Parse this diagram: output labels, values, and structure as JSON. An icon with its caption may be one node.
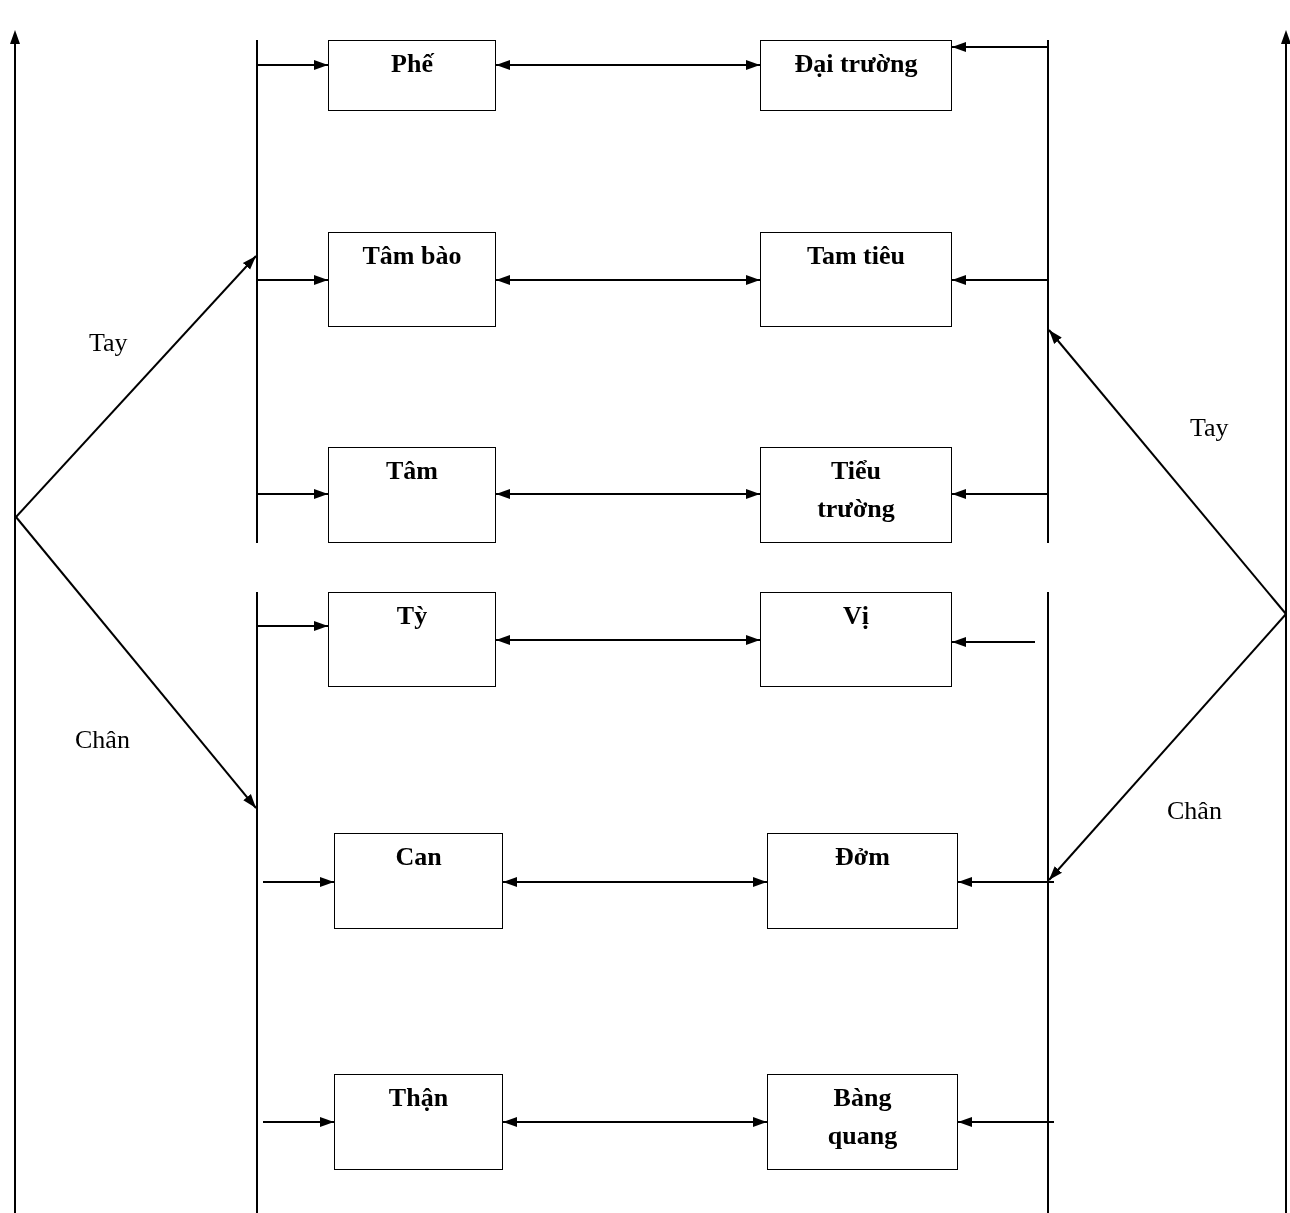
{
  "diagram": {
    "nodes": [
      {
        "text": [
          "Phế"
        ]
      },
      {
        "text": [
          "Đại trường"
        ]
      },
      {
        "text": [
          "Tâm bào"
        ]
      },
      {
        "text": [
          "Tam tiêu"
        ]
      },
      {
        "text": [
          "Tâm"
        ]
      },
      {
        "text": [
          "Tiểu trường"
        ]
      },
      {
        "text": [
          "Tỳ"
        ]
      },
      {
        "text": [
          "Vị"
        ]
      },
      {
        "text": [
          "Can"
        ]
      },
      {
        "text": [
          "Đởm"
        ]
      },
      {
        "text": [
          "Thận"
        ]
      },
      {
        "text": [
          "Bàng quang"
        ]
      },
      {
        "text": [],
        "shape": "bar"
      },
      {
        "text": [],
        "shape": "bar"
      },
      {
        "text": [],
        "shape": "bar"
      },
      {
        "text": [],
        "shape": "bar"
      },
      {
        "text": [],
        "shape": "bar"
      },
      {
        "text": [],
        "shape": "bar"
      }
    ],
    "edges": [
      {
        "from": 12,
        "to": 0,
        "arrow": "to"
      },
      {
        "from": 0,
        "to": 1,
        "arrow": "both"
      },
      {
        "from": 14,
        "to": 1,
        "arrow": "to"
      },
      {
        "from": 12,
        "to": 2,
        "arrow": "to"
      },
      {
        "from": 2,
        "to": 3,
        "arrow": "both"
      },
      {
        "from": 14,
        "to": 3,
        "arrow": "to"
      },
      {
        "from": 12,
        "to": 4,
        "arrow": "to"
      },
      {
        "from": 4,
        "to": 5,
        "arrow": "both"
      },
      {
        "from": 14,
        "to": 5,
        "arrow": "to"
      },
      {
        "from": 13,
        "to": 6,
        "arrow": "to"
      },
      {
        "from": 6,
        "to": 7,
        "arrow": "both"
      },
      {
        "from": 15,
        "to": 7,
        "arrow": "to"
      },
      {
        "from": 13,
        "to": 8,
        "arrow": "to"
      },
      {
        "from": 8,
        "to": 9,
        "arrow": "both"
      },
      {
        "from": 15,
        "to": 9,
        "arrow": "to"
      },
      {
        "from": 13,
        "to": 10,
        "arrow": "to"
      },
      {
        "from": 10,
        "to": 11,
        "arrow": "both"
      },
      {
        "from": 15,
        "to": 11,
        "arrow": "to"
      },
      {
        "from": 16,
        "to": 12,
        "label": "Tay",
        "arrow": "to"
      },
      {
        "from": 16,
        "to": 13,
        "label": "Chân",
        "arrow": "to"
      },
      {
        "from": 17,
        "to": 14,
        "label": "Tay",
        "arrow": "to"
      },
      {
        "from": 17,
        "to": 15,
        "label": "Chân",
        "arrow": "to"
      }
    ]
  }
}
